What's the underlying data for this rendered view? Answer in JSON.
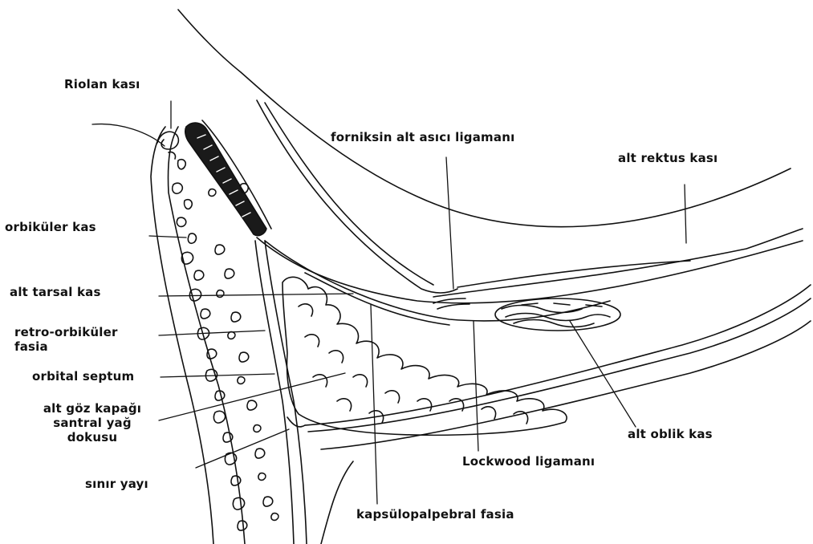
{
  "colors": {
    "ink": "#111111",
    "paper": "#ffffff"
  },
  "labels": {
    "riolan": "Riolan kası",
    "forniks": "forniksin alt asıcı ligamanı",
    "alt_rektus": "alt rektus kası",
    "orbikuler_kas": "orbiküler kas",
    "alt_tarsal": "alt tarsal kas",
    "retro_1": "retro-orbiküler",
    "retro_2": "fasia",
    "orbital_septum": "orbital septum",
    "yag_1": "alt göz kapağı",
    "yag_2": "santral yağ",
    "yag_3": "dokusu",
    "alt_oblik": "alt oblik kas",
    "lockwood": "Lockwood ligamanı",
    "sinir_yayi": "sınır yayı",
    "kapsulo": "kapsülopalpebral fasia"
  }
}
